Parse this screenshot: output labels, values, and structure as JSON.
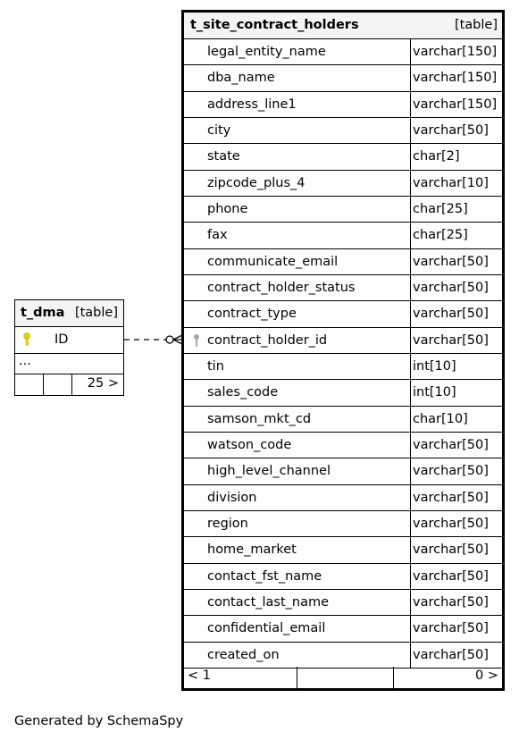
{
  "main_table": {
    "name": "t_site_contract_holders",
    "type": "[table]",
    "columns": [
      {
        "name": "legal_entity_name",
        "type": "varchar[150]"
      },
      {
        "name": "dba_name",
        "type": "varchar[150]"
      },
      {
        "name": "address_line1",
        "type": "varchar[150]"
      },
      {
        "name": "city",
        "type": "varchar[50]"
      },
      {
        "name": "state",
        "type": "char[2]"
      },
      {
        "name": "zipcode_plus_4",
        "type": "varchar[10]"
      },
      {
        "name": "phone",
        "type": "char[25]"
      },
      {
        "name": "fax",
        "type": "char[25]"
      },
      {
        "name": "communicate_email",
        "type": "varchar[50]"
      },
      {
        "name": "contract_holder_status",
        "type": "varchar[50]"
      },
      {
        "name": "contract_type",
        "type": "varchar[50]"
      },
      {
        "name": "contract_holder_id",
        "type": "varchar[50]"
      },
      {
        "name": "tin",
        "type": "int[10]"
      },
      {
        "name": "sales_code",
        "type": "int[10]"
      },
      {
        "name": "samson_mkt_cd",
        "type": "char[10]"
      },
      {
        "name": "watson_code",
        "type": "varchar[50]"
      },
      {
        "name": "high_level_channel",
        "type": "varchar[50]"
      },
      {
        "name": "division",
        "type": "varchar[50]"
      },
      {
        "name": "region",
        "type": "varchar[50]"
      },
      {
        "name": "home_market",
        "type": "varchar[50]"
      },
      {
        "name": "contact_fst_name",
        "type": "varchar[50]"
      },
      {
        "name": "contact_last_name",
        "type": "varchar[50]"
      },
      {
        "name": "confidential_email",
        "type": "varchar[50]"
      },
      {
        "name": "created_on",
        "type": "varchar[50]"
      }
    ],
    "footer_left": "< 1",
    "footer_right": "0 >"
  },
  "dma_table": {
    "name": "t_dma",
    "type": "[table]",
    "key_column": "ID",
    "more": "...",
    "footer_right": "25 >"
  },
  "footer_text": "Generated by SchemaSpy",
  "colors": {
    "primary_key": "#e8d800",
    "foreign_key": "#a8a8a8",
    "header_bg": "#f4f4f4"
  }
}
